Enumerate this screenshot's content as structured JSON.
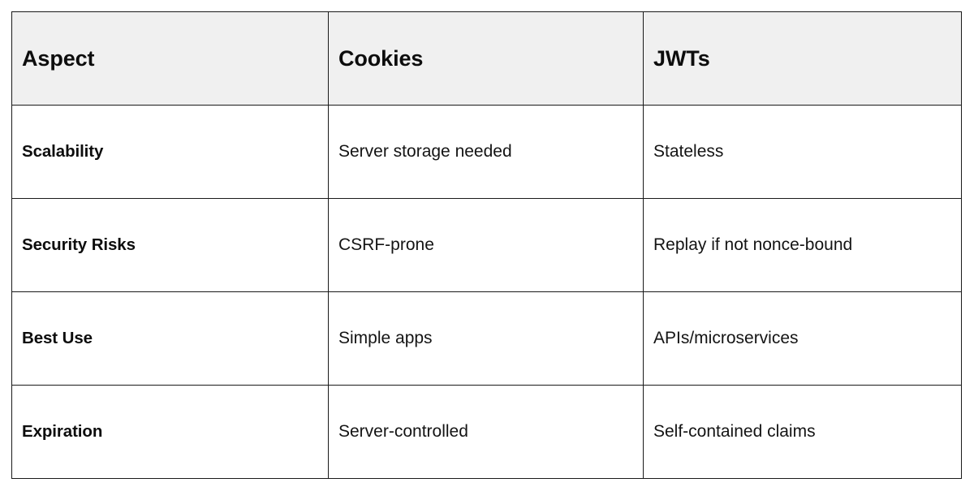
{
  "table": {
    "caption": "",
    "columns": [
      "Aspect",
      "Cookies",
      "JWTs"
    ],
    "rows": [
      {
        "aspect": "Scalability",
        "cookies": "Server storage needed",
        "jwts": "Stateless"
      },
      {
        "aspect": "Security Risks",
        "cookies": "CSRF-prone",
        "jwts": "Replay if not nonce-bound"
      },
      {
        "aspect": "Best Use",
        "cookies": "Simple apps",
        "jwts": "APIs/microservices"
      },
      {
        "aspect": "Expiration",
        "cookies": "Server-controlled",
        "jwts": "Self-contained claims"
      }
    ],
    "style": {
      "header_background": "#f0f0f0",
      "border_color": "#1a1a1a",
      "body_background": "#ffffff",
      "text_color": "#141414"
    }
  }
}
